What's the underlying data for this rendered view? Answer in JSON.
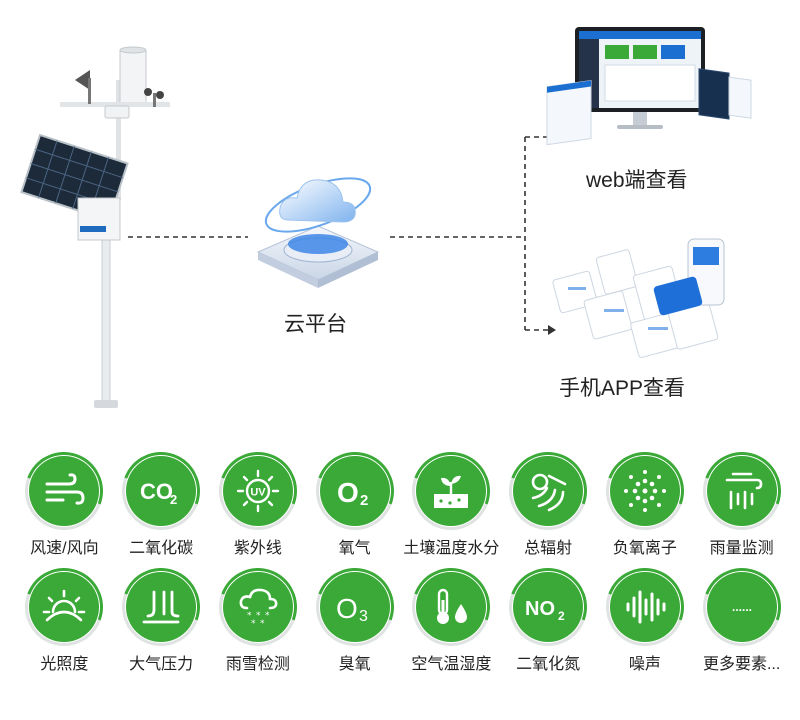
{
  "diagram": {
    "cloud_label": "云平台",
    "web_label": "web端查看",
    "app_label": "手机APP查看",
    "accent_color": "#3aa937"
  },
  "sensors": [
    {
      "label": "风速/风向",
      "icon": "wind-icon"
    },
    {
      "label": "二氧化碳",
      "icon": "co2-icon",
      "glyph": "CO",
      "sub": "2"
    },
    {
      "label": "紫外线",
      "icon": "uv-icon",
      "glyph": "UV"
    },
    {
      "label": "氧气",
      "icon": "o2-icon",
      "glyph": "O",
      "sub": "2"
    },
    {
      "label": "土壤温度水分",
      "icon": "soil-icon"
    },
    {
      "label": "总辐射",
      "icon": "radiation-icon"
    },
    {
      "label": "负氧离子",
      "icon": "negative-ion-icon"
    },
    {
      "label": "雨量监测",
      "icon": "rain-gauge-icon"
    },
    {
      "label": "光照度",
      "icon": "sun-icon"
    },
    {
      "label": "大气压力",
      "icon": "pressure-icon"
    },
    {
      "label": "雨雪检测",
      "icon": "snow-cloud-icon"
    },
    {
      "label": "臭氧",
      "icon": "o3-icon",
      "glyph": "O",
      "sub": "3"
    },
    {
      "label": "空气温湿度",
      "icon": "thermometer-drop-icon"
    },
    {
      "label": "二氧化氮",
      "icon": "no2-icon",
      "glyph": "NO",
      "sub": "2"
    },
    {
      "label": "噪声",
      "icon": "sound-wave-icon"
    },
    {
      "label": "更多要素...",
      "icon": "more-icon",
      "glyph": "......"
    }
  ]
}
